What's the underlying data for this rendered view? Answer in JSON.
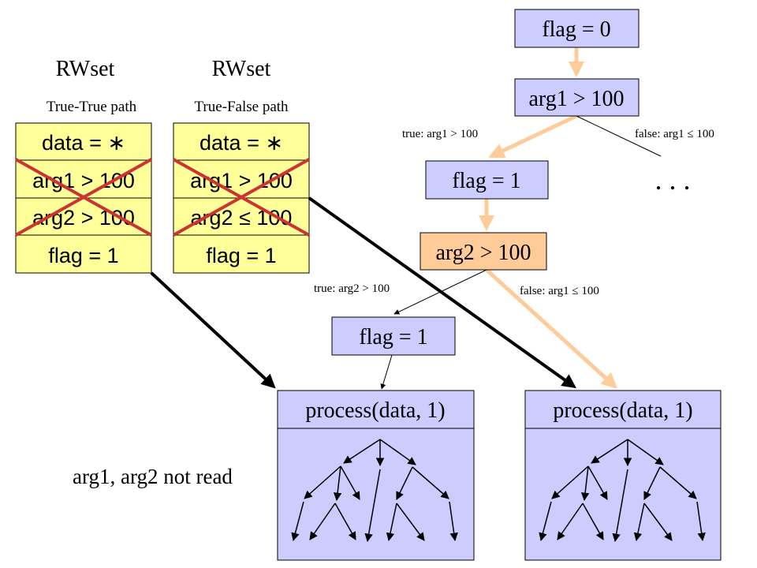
{
  "colors": {
    "box_blue": "#CCCCFF",
    "box_yellow": "#FFFF99",
    "box_orange": "#FFCC99",
    "edge_orange": "#FFCC99",
    "cross_red": "#CC3333",
    "black": "#000000"
  },
  "rwset_left": {
    "heading": "RWset",
    "path_label": "True-True path",
    "rows": [
      "data = ∗",
      "arg1 > 100",
      "arg2 > 100",
      "flag = 1"
    ]
  },
  "rwset_right": {
    "heading": "RWset",
    "path_label": "True-False path",
    "rows": [
      "data = ∗",
      "arg1 > 100",
      "arg2 ≤ 100",
      "flag = 1"
    ]
  },
  "tree": {
    "flag0": "flag = 0",
    "arg1_cond": "arg1 > 100",
    "true_arg1": "true: arg1 > 100",
    "false_arg1": "false: arg1 ≤ 100",
    "ellipsis": ". . .",
    "flag1_a": "flag = 1",
    "arg2_cond": "arg2 > 100",
    "true_arg2": "true: arg2 > 100",
    "false_arg2": "false: arg1 ≤ 100",
    "flag1_b": "flag = 1"
  },
  "process_left": {
    "title": "process(data, 1)"
  },
  "process_right": {
    "title": "process(data, 1)"
  },
  "note": "arg1, arg2 not read"
}
